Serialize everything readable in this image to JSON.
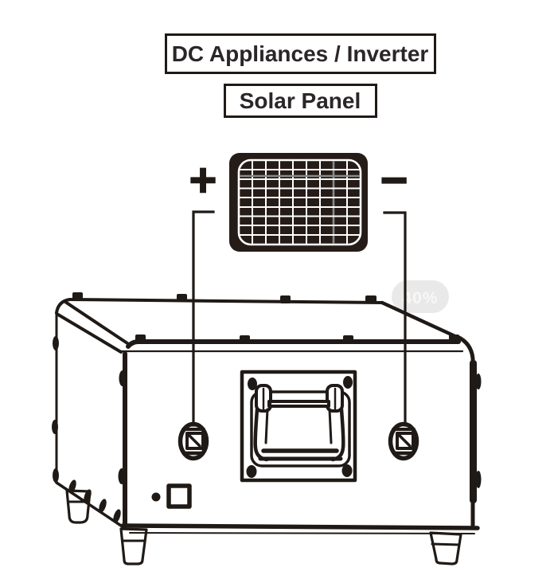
{
  "labels": {
    "dc_appliances": "DC Appliances / Inverter",
    "solar_panel": "Solar Panel"
  },
  "symbols": {
    "positive": "+",
    "negative": "−"
  },
  "watermark": {
    "text": "40%"
  },
  "colors": {
    "bg": "#ffffff",
    "line": "#201a17",
    "text": "#2b2627",
    "panel_fill": "#251c18",
    "panel_grid": "#ffffff",
    "panel_grid_dim": "#8a8a8a",
    "wm_bg": "#e9e9e9",
    "wm_text": "#f7f7f7"
  }
}
